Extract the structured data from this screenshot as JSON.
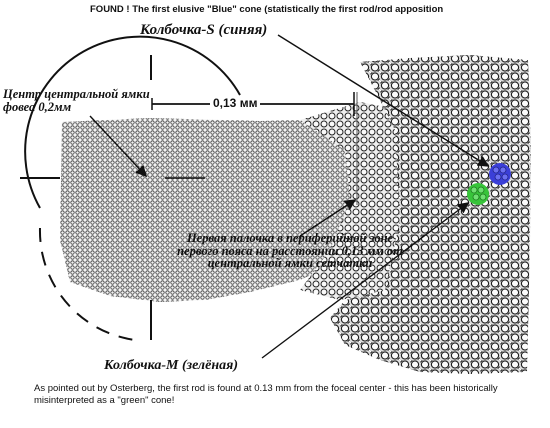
{
  "top_caption": "FOUND ! The first elusive \"Blue\" cone (statistically the first rod/rod apposition",
  "s_cone_label": "Колбочка-S (синяя)",
  "fovea_label": "Центр центральной ямки фовеа 0,2мм",
  "distance_label": "0,13 мм",
  "rod_label": "Первая палочка в периферийной зоне первого пояса на расстоянии 0,13 мм от центральной ямки сетчатки",
  "m_cone_label": "Колбочка-M (зелёная)",
  "bottom_caption": "As pointed out by Osterberg, the first rod is found at 0.13 mm from the foceal center - this has been historically misinterpreted as a \"green\" cone!",
  "colors": {
    "blue_cone": "#3b3fd8",
    "green_cone": "#37c43a",
    "ink": "#111111"
  }
}
